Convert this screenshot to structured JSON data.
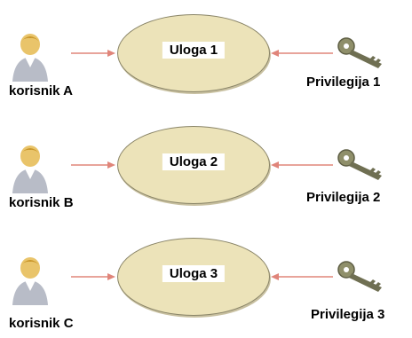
{
  "rows": [
    {
      "user": "korisnik A",
      "role": "Uloga 1",
      "privilege": "Privilegija 1"
    },
    {
      "user": "korisnik B",
      "role": "Uloga 2",
      "privilege": "Privilegija 2"
    },
    {
      "user": "korisnik C",
      "role": "Uloga 3",
      "privilege": "Privilegija 3"
    }
  ],
  "colors": {
    "arrow": "#e0857a",
    "ellipse_fill": "#ece3b9",
    "ellipse_border": "#8a8568"
  },
  "icons": {
    "user": "user-icon",
    "key": "key-icon"
  }
}
